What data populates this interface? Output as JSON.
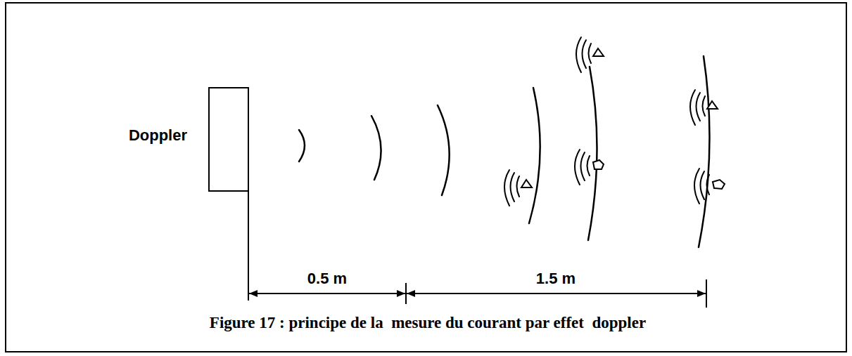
{
  "diagram": {
    "caption": "Figure 17 : principe de la  mesure du courant par effet  doppler",
    "nodes": [
      {
        "text": [
          "Doppler"
        ]
      }
    ],
    "labels": [
      "0.5 m",
      "1.5 m"
    ]
  }
}
